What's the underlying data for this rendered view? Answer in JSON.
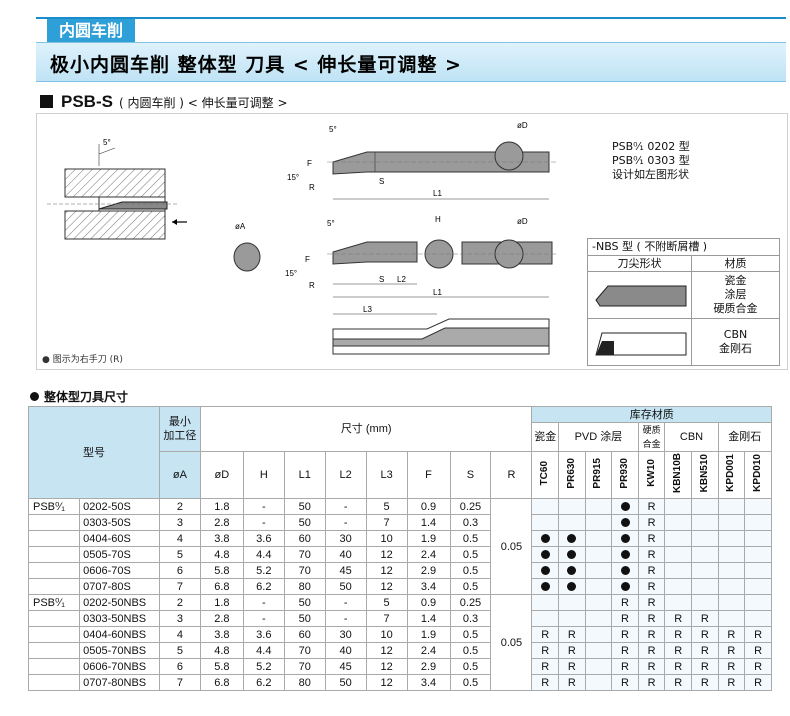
{
  "header": {
    "tab": "内圆车削",
    "corner_text": "·······",
    "band_title": "极小内圆车削  整体型 刀具 < 伸长量可调整 >"
  },
  "section": {
    "code": "PSB-S",
    "subtitle": "( 内圆车削 ) < 伸长量可调整 >"
  },
  "drawing": {
    "labels": {
      "angle5": "5°",
      "angle15": "15°",
      "F": "F",
      "R": "R",
      "S": "S",
      "L1": "L1",
      "L2": "L2",
      "L3": "L3",
      "H": "H",
      "oD": "øD",
      "oA": "øA"
    },
    "note_right": [
      "PSB",
      "0202 型",
      "0303 型",
      "设计如左图形状"
    ],
    "note_right_full": [
      "PSB⁰⁄₁ 0202 型",
      "PSB⁰⁄₁ 0303 型",
      "设计如左图形状"
    ],
    "fig_note": "● 图示为右手刀 (R)",
    "nbs": {
      "title": "-NBS 型 ( 不附断屑槽 )",
      "col_shape": "刀尖形状",
      "col_material": "材质",
      "rows": [
        {
          "lines": [
            "瓷金",
            "涂层",
            "硬质合金"
          ]
        },
        {
          "lines": [
            "CBN",
            "金刚石"
          ]
        }
      ]
    }
  },
  "table": {
    "title": "整体型刀具尺寸",
    "h_model": "型号",
    "h_min": "最小加工径",
    "h_min_l1": "最小",
    "h_min_l2": "加工径",
    "h_size": "尺寸 (mm)",
    "h_stock": "库存材质",
    "h_cermet": "瓷金",
    "h_pvd": "PVD 涂层",
    "h_carbide": "硬质合金",
    "h_carbide_l1": "硬质",
    "h_carbide_l2": "合金",
    "h_cbn": "CBN",
    "h_dia": "金刚石",
    "cols": [
      "øA",
      "øD",
      "H",
      "L1",
      "L2",
      "L3",
      "F",
      "S",
      "R"
    ],
    "materials": [
      "TC60",
      "PR630",
      "PR915",
      "PR930",
      "KW10",
      "KBN10B",
      "KBN510",
      "KPD001",
      "KPD010"
    ],
    "prefix": "PSB⁰⁄₁",
    "r_value": "0.05",
    "groups": [
      {
        "rows": [
          {
            "model": "0202-50S",
            "a": "2",
            "d": "1.8",
            "h": "-",
            "l1": "50",
            "l2": "-",
            "l3": "5",
            "f": "0.9",
            "s": "0.25",
            "m": [
              "",
              "",
              "",
              "●",
              "R",
              "",
              "",
              "",
              ""
            ]
          },
          {
            "model": "0303-50S",
            "a": "3",
            "d": "2.8",
            "h": "-",
            "l1": "50",
            "l2": "-",
            "l3": "7",
            "f": "1.4",
            "s": "0.3",
            "m": [
              "",
              "",
              "",
              "●",
              "R",
              "",
              "",
              "",
              ""
            ]
          },
          {
            "model": "0404-60S",
            "a": "4",
            "d": "3.8",
            "h": "3.6",
            "l1": "60",
            "l2": "30",
            "l3": "10",
            "f": "1.9",
            "s": "0.5",
            "m": [
              "●",
              "●",
              "",
              "●",
              "R",
              "",
              "",
              "",
              ""
            ]
          },
          {
            "model": "0505-70S",
            "a": "5",
            "d": "4.8",
            "h": "4.4",
            "l1": "70",
            "l2": "40",
            "l3": "12",
            "f": "2.4",
            "s": "0.5",
            "m": [
              "●",
              "●",
              "",
              "●",
              "R",
              "",
              "",
              "",
              ""
            ]
          },
          {
            "model": "0606-70S",
            "a": "6",
            "d": "5.8",
            "h": "5.2",
            "l1": "70",
            "l2": "45",
            "l3": "12",
            "f": "2.9",
            "s": "0.5",
            "m": [
              "●",
              "●",
              "",
              "●",
              "R",
              "",
              "",
              "",
              ""
            ]
          },
          {
            "model": "0707-80S",
            "a": "7",
            "d": "6.8",
            "h": "6.2",
            "l1": "80",
            "l2": "50",
            "l3": "12",
            "f": "3.4",
            "s": "0.5",
            "m": [
              "●",
              "●",
              "",
              "●",
              "R",
              "",
              "",
              "",
              ""
            ]
          }
        ]
      },
      {
        "rows": [
          {
            "model": "0202-50NBS",
            "a": "2",
            "d": "1.8",
            "h": "-",
            "l1": "50",
            "l2": "-",
            "l3": "5",
            "f": "0.9",
            "s": "0.25",
            "m": [
              "",
              "",
              "",
              "R",
              "R",
              "",
              "",
              "",
              ""
            ]
          },
          {
            "model": "0303-50NBS",
            "a": "3",
            "d": "2.8",
            "h": "-",
            "l1": "50",
            "l2": "-",
            "l3": "7",
            "f": "1.4",
            "s": "0.3",
            "m": [
              "",
              "",
              "",
              "R",
              "R",
              "R",
              "R",
              "",
              ""
            ]
          },
          {
            "model": "0404-60NBS",
            "a": "4",
            "d": "3.8",
            "h": "3.6",
            "l1": "60",
            "l2": "30",
            "l3": "10",
            "f": "1.9",
            "s": "0.5",
            "m": [
              "R",
              "R",
              "",
              "R",
              "R",
              "R",
              "R",
              "R",
              "R"
            ]
          },
          {
            "model": "0505-70NBS",
            "a": "5",
            "d": "4.8",
            "h": "4.4",
            "l1": "70",
            "l2": "40",
            "l3": "12",
            "f": "2.4",
            "s": "0.5",
            "m": [
              "R",
              "R",
              "",
              "R",
              "R",
              "R",
              "R",
              "R",
              "R"
            ]
          },
          {
            "model": "0606-70NBS",
            "a": "6",
            "d": "5.8",
            "h": "5.2",
            "l1": "70",
            "l2": "45",
            "l3": "12",
            "f": "2.9",
            "s": "0.5",
            "m": [
              "R",
              "R",
              "",
              "R",
              "R",
              "R",
              "R",
              "R",
              "R"
            ]
          },
          {
            "model": "0707-80NBS",
            "a": "7",
            "d": "6.8",
            "h": "6.2",
            "l1": "80",
            "l2": "50",
            "l3": "12",
            "f": "3.4",
            "s": "0.5",
            "m": [
              "R",
              "R",
              "",
              "R",
              "R",
              "R",
              "R",
              "R",
              "R"
            ]
          }
        ]
      }
    ]
  }
}
